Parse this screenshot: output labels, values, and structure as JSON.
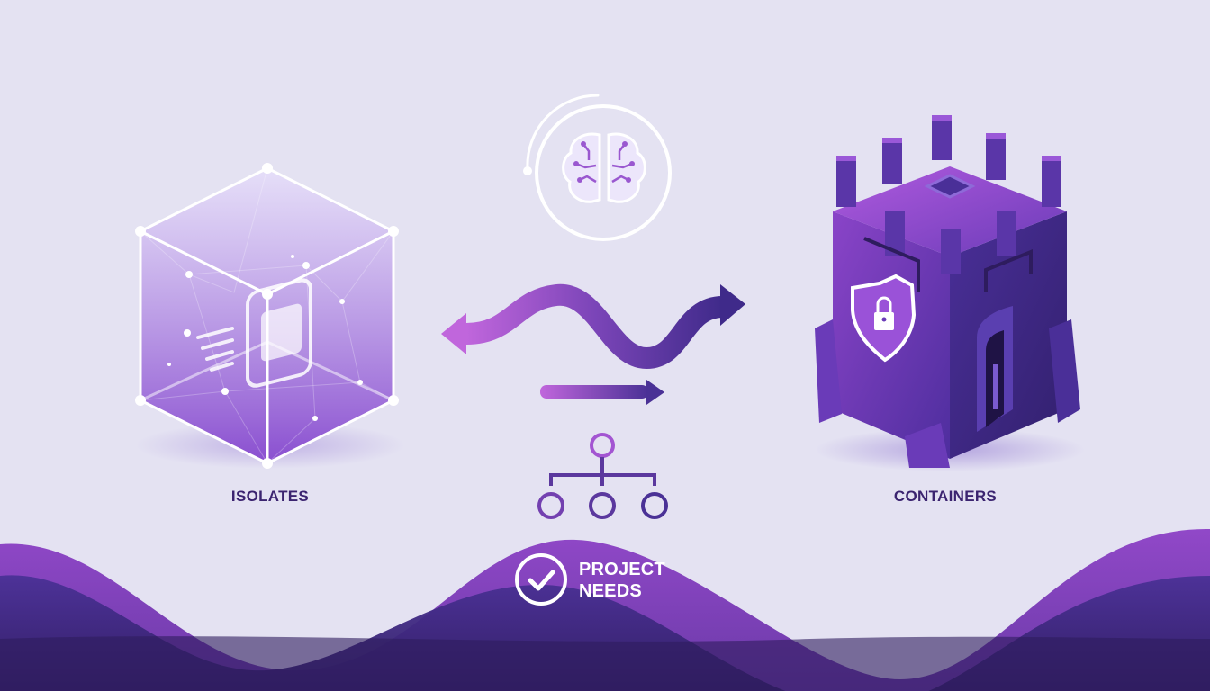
{
  "diagram": {
    "left": {
      "label": "ISOLATES",
      "icon": "cube-chip-icon"
    },
    "right": {
      "label": "CONTAINERS",
      "icon": "castle-tower-shield-icon"
    },
    "center": {
      "top_icon": "brain-circuit-icon",
      "wavy_arrow_icon": "bidirectional-wavy-arrow-icon",
      "straight_arrow_icon": "right-arrow-icon",
      "hierarchy_icon": "org-tree-icon"
    },
    "bottom": {
      "label_line1": "PROJECT",
      "label_line2": "NEEDS",
      "icon": "checkmark-circle-icon"
    }
  },
  "colors": {
    "background": "#e4e2f2",
    "label_text": "#3b2470",
    "purple_light": "#b768d9",
    "purple_mid": "#7b45b8",
    "purple_dark": "#3f2a8a",
    "wave_deep": "#2e1c5e",
    "white": "#ffffff"
  }
}
